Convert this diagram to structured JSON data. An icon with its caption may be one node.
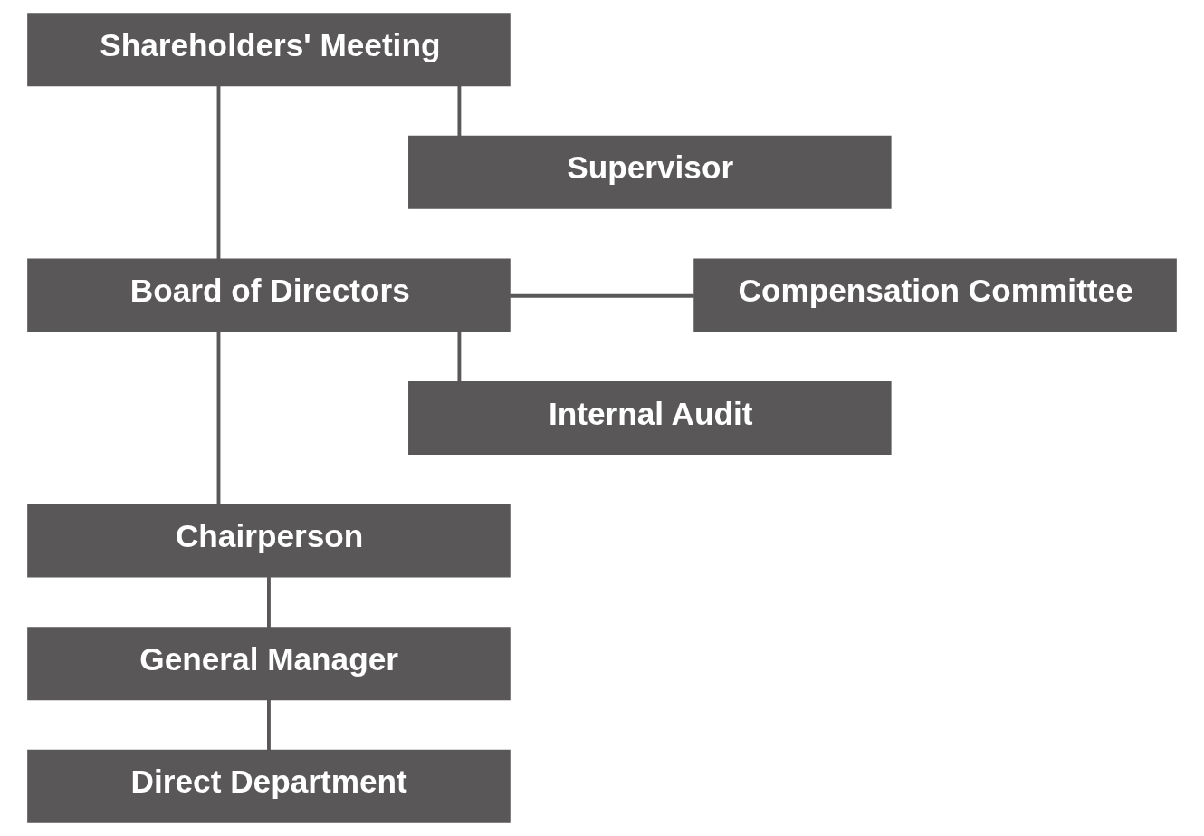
{
  "diagram": {
    "nodes": [
      {
        "text": [
          "Shareholders' Meeting"
        ]
      },
      {
        "text": [
          "Supervisor"
        ]
      },
      {
        "text": [
          "Board of Directors"
        ]
      },
      {
        "text": [
          "Compensation Committee"
        ]
      },
      {
        "text": [
          "Internal Audit"
        ]
      },
      {
        "text": [
          "Chairperson"
        ]
      },
      {
        "text": [
          "General Manager"
        ]
      },
      {
        "text": [
          "Direct Department"
        ]
      }
    ],
    "edges": [
      {
        "from": 0,
        "to": 2,
        "arrow": "none"
      },
      {
        "from": 0,
        "to": 1,
        "arrow": "none"
      },
      {
        "from": 2,
        "to": 3,
        "arrow": "none"
      },
      {
        "from": 2,
        "to": 5,
        "arrow": "none"
      },
      {
        "from": 2,
        "to": 4,
        "arrow": "none"
      },
      {
        "from": 5,
        "to": 6,
        "arrow": "none"
      },
      {
        "from": 6,
        "to": 7,
        "arrow": "none"
      }
    ]
  }
}
